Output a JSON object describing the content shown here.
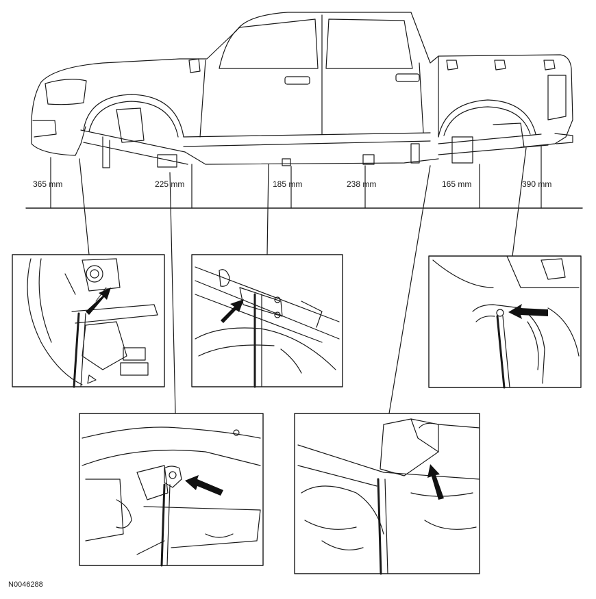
{
  "figure_id": "N0046288",
  "measurements": [
    {
      "value": "365 mm"
    },
    {
      "value": "225 mm"
    },
    {
      "value": "185 mm"
    },
    {
      "value": "238 mm"
    },
    {
      "value": "165 mm"
    },
    {
      "value": "390 mm"
    }
  ],
  "colors": {
    "line": "#1a1a1a",
    "background": "#ffffff",
    "arrow": "#111111"
  }
}
